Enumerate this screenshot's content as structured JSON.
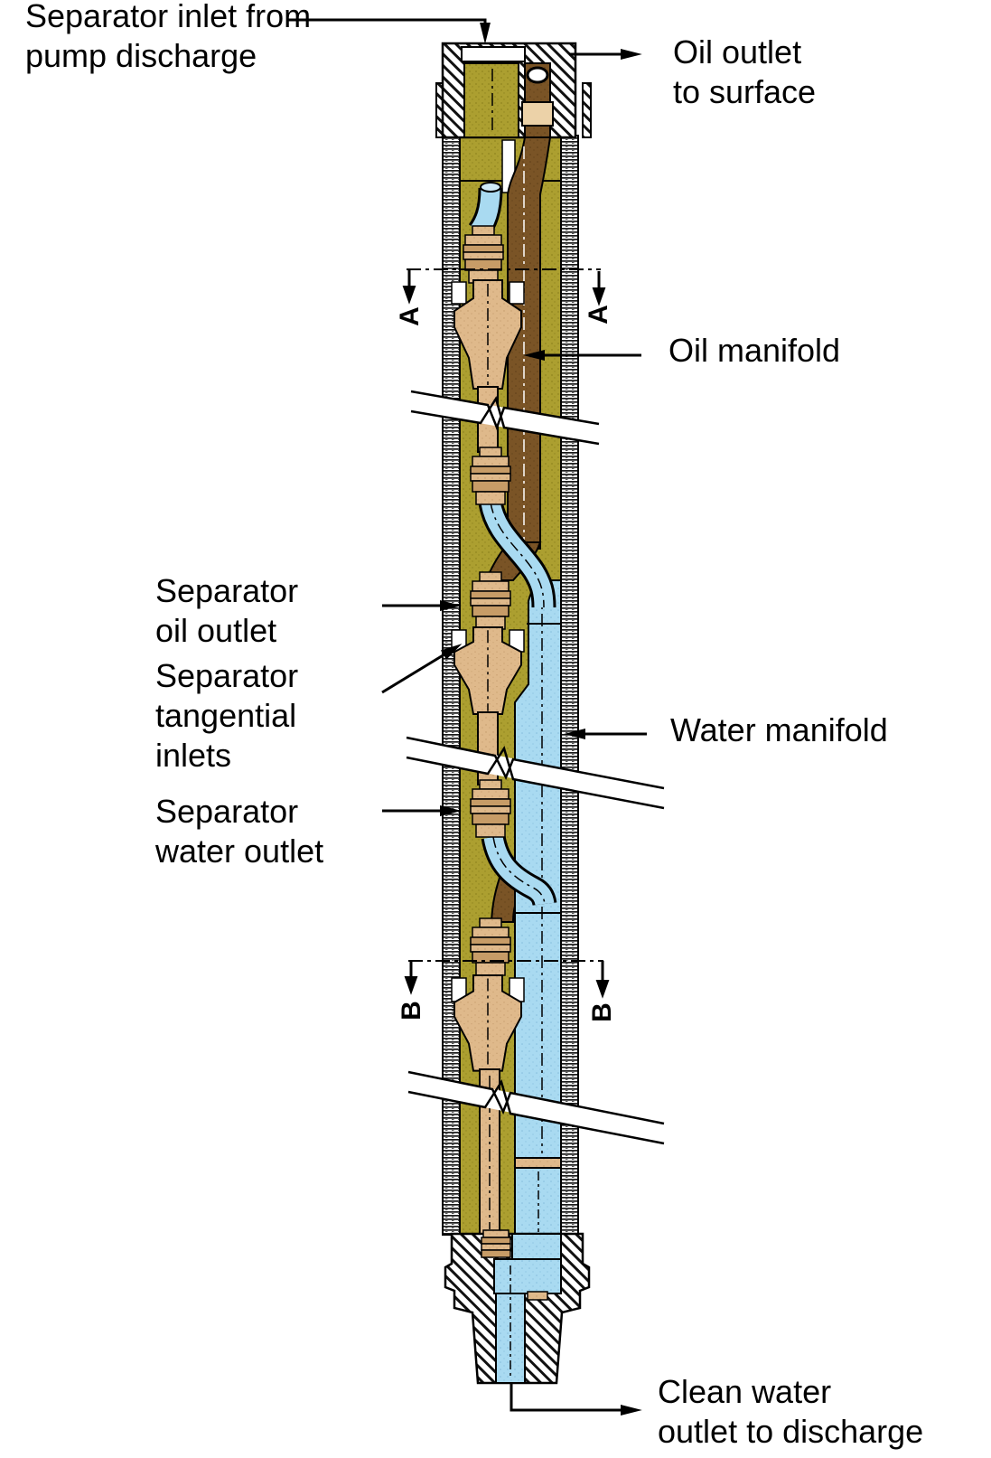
{
  "diagram": {
    "description": "Cutaway drawing of a downhole oil/water separator string inside well tubing",
    "labels": {
      "separator_inlet": "Separator inlet from\npump discharge",
      "oil_outlet": "Oil outlet\nto surface",
      "oil_manifold": "Oil manifold",
      "separator_oil_outlet": "Separator\noil outlet",
      "separator_tangential_inlets": "Separator\ntangential\ninlets",
      "water_manifold": "Water manifold",
      "separator_water_outlet": "Separator\nwater outlet",
      "clean_water_outlet": "Clean water\noutlet to discharge"
    },
    "section_markers": {
      "a_left": "A",
      "a_right": "A",
      "b_left": "B",
      "b_right": "B"
    },
    "colors": {
      "casing_fill": "#ac9f30",
      "oil_pipe_brown": "#7a5426",
      "separator_tan": "#dfb98b",
      "coupling_ridge": "#c79c67",
      "water_blue": "#a9daf1",
      "light_band": "#ecd2a8",
      "outline": "#000000",
      "background": "#ffffff"
    }
  }
}
